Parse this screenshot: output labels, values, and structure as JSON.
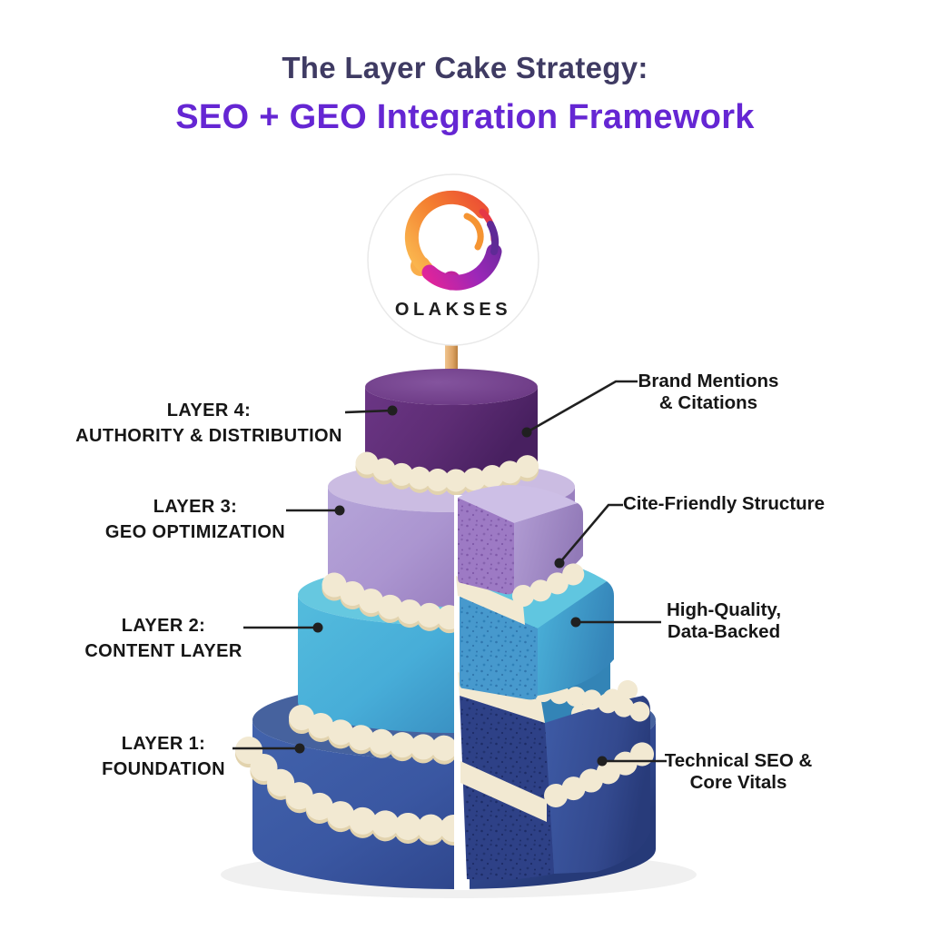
{
  "title": {
    "line1": "The Layer Cake Strategy:",
    "line2": "SEO + GEO Integration Framework"
  },
  "logo": {
    "brand": "OLAKSES"
  },
  "left_labels": [
    {
      "id": "layer-4",
      "line1": "LAYER 4:",
      "line2": "AUTHORITY & DISTRIBUTION"
    },
    {
      "id": "layer-3",
      "line1": "LAYER 3:",
      "line2": "GEO OPTIMIZATION"
    },
    {
      "id": "layer-2",
      "line1": "LAYER 2:",
      "line2": "CONTENT LAYER"
    },
    {
      "id": "layer-1",
      "line1": "LAYER 1:",
      "line2": "FOUNDATION"
    }
  ],
  "right_labels": [
    {
      "id": "brand-mentions",
      "line1": "Brand Mentions",
      "line2": "& Citations"
    },
    {
      "id": "cite-friendly",
      "line1": "Cite-Friendly Structure",
      "line2": ""
    },
    {
      "id": "high-quality",
      "line1": "High-Quality,",
      "line2": "Data-Backed"
    },
    {
      "id": "technical-seo",
      "line1": "Technical SEO &",
      "line2": "Core Vitals"
    }
  ],
  "colors": {
    "background": "#ffffff",
    "title_primary": "#3f3b63",
    "title_accent": "#6526d3",
    "label_text": "#161616",
    "connector": "#202020",
    "frosting_cream": "#f2e9d2",
    "frosting_shadow": "#e2d3ae",
    "layer4_side": "#5e2d74",
    "layer4_top": "#6d3a85",
    "layer3_side": "#ab93ce",
    "layer3_top": "#cbbce2",
    "layer3_sponge": "#9d7ac4",
    "layer2_side": "#47add6",
    "layer2_top": "#66c8e0",
    "layer2_sponge": "#4799cd",
    "layer1_side": "#3a56a0",
    "layer1_top": "#46629e",
    "layer1_sponge": "#2e4187",
    "stick_tan": "#d9a868",
    "logo_orange": "#f7941d",
    "logo_magenta": "#cf2490",
    "logo_purple": "#6d2a9e"
  }
}
